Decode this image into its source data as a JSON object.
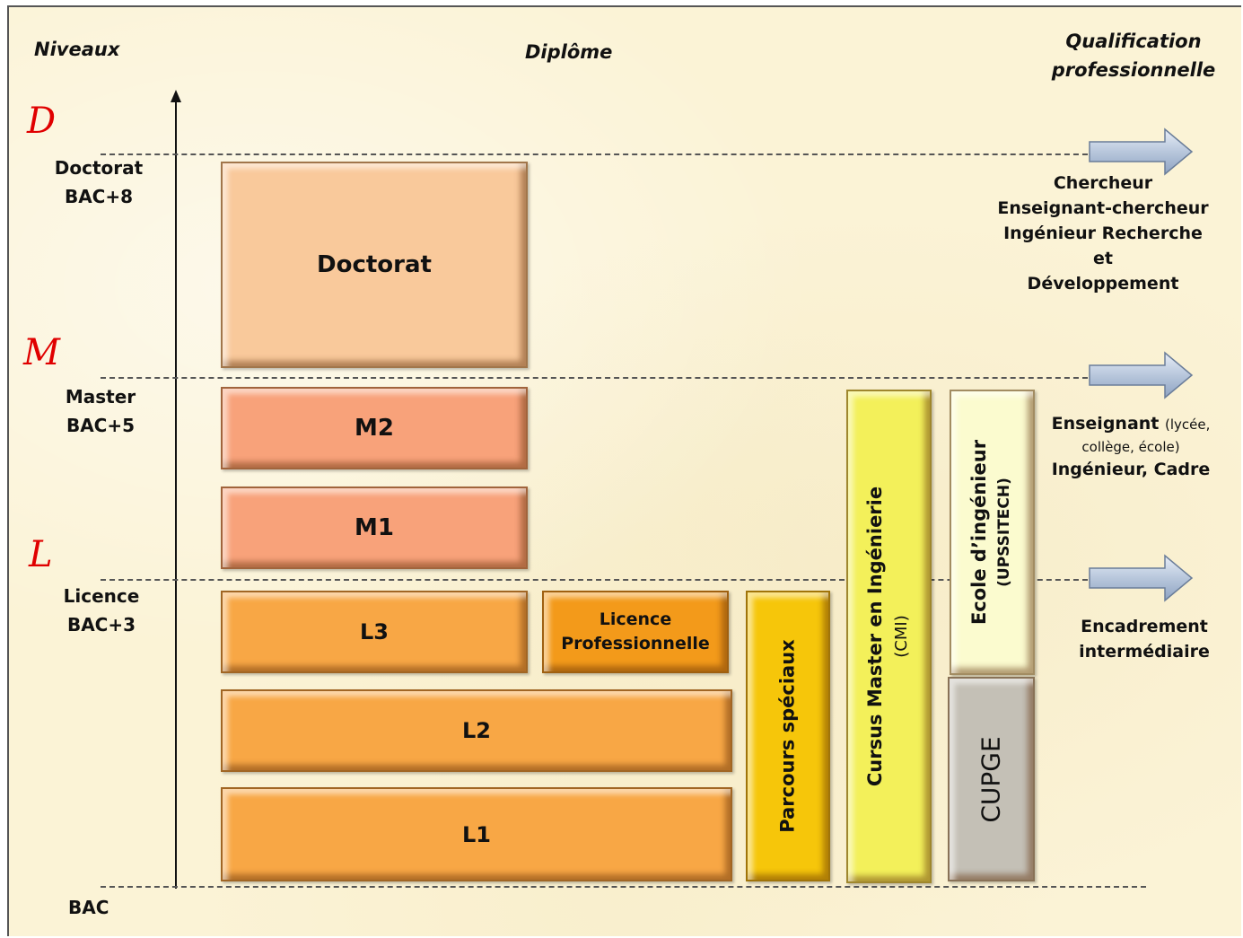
{
  "headers": {
    "levels": "Niveaux",
    "diploma": "Diplôme",
    "qualification": [
      "Qualification",
      "professionnelle"
    ]
  },
  "letters": {
    "d": "D",
    "m": "M",
    "l": "L"
  },
  "levels": {
    "doctorat": [
      "Doctorat",
      "BAC+8"
    ],
    "master": [
      "Master",
      "BAC+5"
    ],
    "licence": [
      "Licence",
      "BAC+3"
    ],
    "bac": "BAC"
  },
  "boxes": {
    "doctorat": "Doctorat",
    "m2": "M2",
    "m1": "M1",
    "l3": "L3",
    "licence_pro": [
      "Licence",
      "Professionnelle"
    ],
    "l2": "L2",
    "l1": "L1",
    "parcours": "Parcours  spéciaux",
    "cmi": [
      "Cursus  Master en Ingénierie",
      "(CMI)"
    ],
    "ecole": [
      "Ecole d’ingénieur",
      "(UPSSITECH)"
    ],
    "cupge": "CUPGE"
  },
  "qualifications": {
    "doctorat": [
      "Chercheur",
      "Enseignant-chercheur",
      "Ingénieur Recherche et",
      "Développement"
    ],
    "master": {
      "title": "Enseignant",
      "detail_a": "(lycée,",
      "detail_b": "collège, école)",
      "line3": "Ingénieur, Cadre"
    },
    "licence": [
      "Encadrement",
      "intermédiaire"
    ]
  },
  "colors": {
    "background": "#fbf3d6",
    "letters": "#e00000",
    "doctorat_box": "#f9c99b",
    "master_box": "#f8a27a",
    "licence_box": "#f8a745",
    "licence_pro_box": "#f39a1a",
    "parcours_box": "#f6c60a",
    "cmi_box": "#f3f05a",
    "ecole_box": "#fbfbcf",
    "cupge_box": "#c4c0b6",
    "arrow": "#b8c7dc"
  },
  "icons": {
    "axis": "up-arrow-icon",
    "level_marker": "right-block-arrow-icon"
  }
}
